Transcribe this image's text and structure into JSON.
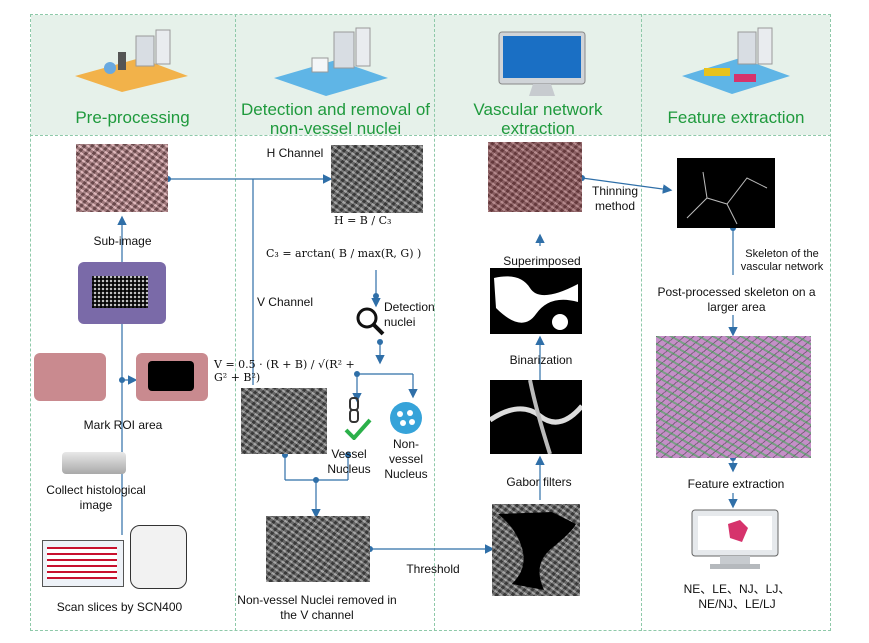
{
  "columns": [
    {
      "title": "Pre-processing"
    },
    {
      "title": "Detection and removal of non-vessel nuclei"
    },
    {
      "title": "Vascular network extraction"
    },
    {
      "title": "Feature extraction"
    }
  ],
  "col1": {
    "sub_image": "Sub-image",
    "mark_roi": "Mark ROI  area",
    "collect": "Collect histological image",
    "scan": "Scan slices by SCN400"
  },
  "col2": {
    "h_channel": "H Channel",
    "h_formula": "H = B / C₃",
    "c3_formula": "C₃ = arctan( B / max(R, G) )",
    "detection_nuclei": "Detection nuclei",
    "v_channel": "V Channel",
    "v_formula": "V = 0.5 · (R + B) / √(R² + G² + B²)",
    "vessel_nucleus": "Vessel Nucleus",
    "non_vessel_nucleus": "Non-vessel Nucleus",
    "removed": "Non-vessel  Nuclei  removed in the V channel"
  },
  "col3": {
    "threshold": "Threshold",
    "gabor": "Gabor filters",
    "binarization": "Binarization",
    "superimposed": "Superimposed",
    "thinning": "Thinning method"
  },
  "col4": {
    "skeleton": "Skeleton of the vascular network",
    "post_processed": "Post-processed skeleton on a larger area",
    "feature_extraction": "Feature  extraction",
    "features": "NE、LE、NJ、LJ、 NE/NJ、LE/LJ"
  },
  "colors": {
    "header_text": "#1f9a3d",
    "arrow": "#2f6fa8",
    "dash": "#8ec9a9",
    "header_bg": "#e6f1ea"
  }
}
